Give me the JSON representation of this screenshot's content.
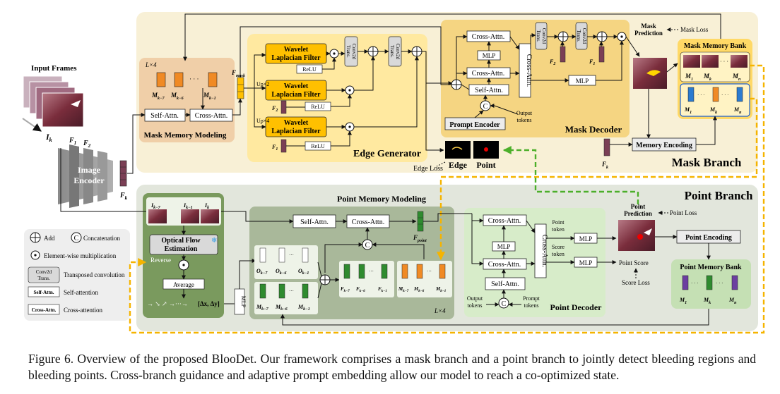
{
  "input": {
    "title": "Input Frames",
    "ik": "I",
    "ik_sub": "k",
    "f1": "F",
    "f1_sub": "1",
    "f2": "F",
    "f2_sub": "2",
    "encoder_line1": "Image",
    "encoder_line2": "Encoder",
    "fk": "F",
    "fk_sub": "k"
  },
  "mask_branch": {
    "title": "Mask Branch",
    "memory": {
      "title": "Mask Memory Modeling",
      "lx4": "L×4",
      "tokens": [
        "M",
        "M",
        "M"
      ],
      "token_sub": [
        "k−7",
        "k−6",
        "k−1"
      ],
      "token_sup": "m",
      "dots": "· · ·",
      "self_attn": "Self-Attn.",
      "cross_attn": "Cross-Attn.",
      "fmask": "F",
      "fmask_sub": "mask"
    },
    "edge": {
      "title": "Edge Generator",
      "filter_line1": "Wavelet",
      "filter_line2": "Laplacian Filter",
      "relu": "ReLU",
      "up2": "Up×2",
      "up4": "Up×4",
      "f2": "F",
      "f2_sub": "2",
      "f1": "F",
      "f1_sub": "1",
      "conv_line1": "Conv2d",
      "conv_line2": "Trans.",
      "edge_label": "Edge",
      "point_label": "Point",
      "edge_loss": "Edge Loss"
    },
    "decoder": {
      "title": "Mask Decoder",
      "cross_attn": "Cross-Attn.",
      "mlp": "MLP",
      "self_attn": "Self-Attn.",
      "prompt_encoder": "Prompt Encoder",
      "output_tokens_line1": "Output",
      "output_tokens_line2": "tokens",
      "conv_line1": "Conv2d",
      "conv_line2": "Trans.",
      "f2": "F",
      "f2_sub": "2",
      "f1": "F",
      "f1_sub": "1",
      "concat": "C"
    },
    "mask_prediction_line1": "Mask",
    "mask_prediction_line2": "Prediction",
    "mask_loss": "Mask Loss",
    "bank": {
      "title": "Mask Memory Bank",
      "m": "M",
      "subs": [
        "1",
        "k",
        "n"
      ],
      "sup": "m",
      "dots": "· · ·"
    },
    "memory_encoding": "Memory Encoding",
    "fk": "F",
    "fk_sub": "k"
  },
  "point_branch": {
    "title": "Point Branch",
    "memory": {
      "title": "Point Memory Modeling",
      "frames": [
        "I",
        "I",
        "I"
      ],
      "frame_subs": [
        "k−7",
        "k−1",
        "k"
      ],
      "optical_line1": "Optical Flow",
      "optical_line2": "Estimation",
      "reverse": "Reverse",
      "average": "Average",
      "delta": "[Δx, Δy]",
      "mlp": "MLP",
      "self_attn": "Self-Attn.",
      "cross_attn": "Cross-Attn.",
      "fpoint": "F",
      "fpoint_sub": "point",
      "o_tokens": "O",
      "o_subs": [
        "k−7",
        "k−6",
        "k−1"
      ],
      "mp_tokens": "M",
      "mp_sup": "p",
      "mp_subs": [
        "k−7",
        "k−6",
        "k−1"
      ],
      "fref": "F",
      "fref_sup": "ref",
      "fref_subs": [
        "k−7",
        "k−6",
        "k−1"
      ],
      "mm_tokens": "M",
      "mm_sup": "m",
      "mm_subs": [
        "k−7",
        "k−6",
        "k−1"
      ],
      "lx4": "L×4",
      "concat": "C"
    },
    "decoder": {
      "title": "Point Decoder",
      "cross_attn": "Cross-Attn.",
      "mlp": "MLP",
      "self_attn": "Self-Attn.",
      "output_tokens_line1": "Output",
      "output_tokens_line2": "tokens",
      "prompt_tokens_line1": "Prompt",
      "prompt_tokens_line2": "tokens",
      "point_token_line1": "Point",
      "point_token_line2": "token",
      "score_token_line1": "Score",
      "score_token_line2": "token",
      "concat": "C"
    },
    "point_prediction_line1": "Point",
    "point_prediction_line2": "Prediction",
    "point_loss": "Point Loss",
    "point_score": "Point Score",
    "score_loss": "Score Loss",
    "point_encoding": "Point Encoding",
    "bank": {
      "title": "Point Memory Bank",
      "m": "M",
      "subs": [
        "1",
        "k",
        "n"
      ],
      "sup": "p",
      "dots": "· · ·"
    }
  },
  "legend": {
    "add": "Add",
    "concat_symbol": "C",
    "concat": "Concatenation",
    "mult": "Element-wise multiplication",
    "conv_line1": "Conv2d",
    "conv_line2": "Trans.",
    "conv": "Transposed convolution",
    "self_box": "Self-Attn.",
    "self": "Self-attention",
    "cross_box": "Cross-Attn.",
    "cross": "Cross-attention"
  },
  "caption": "Figure 6.  Overview of the proposed BlooDet. Our framework comprises a mask branch and a point branch to jointly detect bleeding regions and bleeding points. Cross-branch guidance and adaptive prompt embedding allow our model to reach a co-optimized state.",
  "colors": {
    "mask_bg": "#f8f0d6",
    "point_bg": "#e2e6dc",
    "memory_bg": "#f0cfa8",
    "edge_bg": "#ffe9a0",
    "decoder_bg": "#f5d582",
    "filter": "#ffc000",
    "token": "#7b3f55",
    "orange_token": "#f08a24",
    "green_token": "#2f8b2f",
    "point_mem_bg": "#a9b89a",
    "flow_bg": "#7a9a5e",
    "pdec_bg": "#d7ecc9",
    "dash_orange": "#f5b400",
    "dash_green": "#4caf2a"
  }
}
